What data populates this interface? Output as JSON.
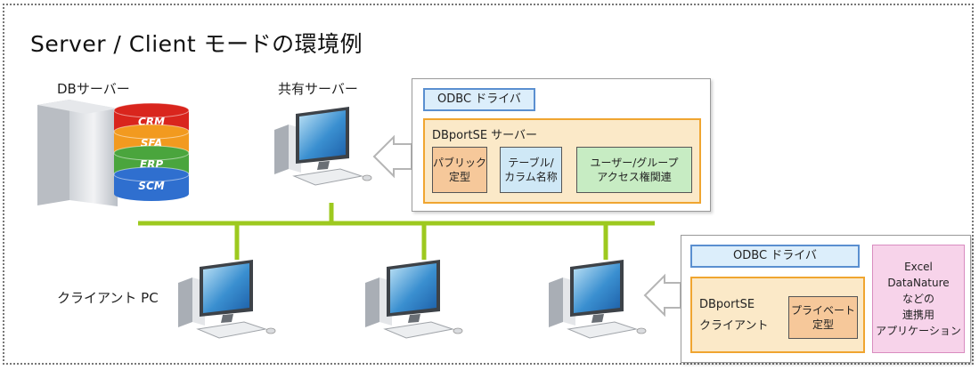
{
  "title": "Server / Client モードの環境例",
  "db_server": {
    "label": "DBサーバー",
    "stack": [
      {
        "text": "CRM",
        "color": "#d9251d"
      },
      {
        "text": "SFA",
        "color": "#f29a1f"
      },
      {
        "text": "ERP",
        "color": "#4aa53d"
      },
      {
        "text": "SCM",
        "color": "#2f6fcf"
      }
    ]
  },
  "shared_server": {
    "label": "共有サーバー",
    "odbc_label": "ODBC ドライバ",
    "dbport_label": "DBportSE サーバー",
    "modules": [
      "パブリック\n定型",
      "テーブル/\nカラム名称",
      "ユーザー/グループ\nアクセス権関連"
    ]
  },
  "client": {
    "label": "クライアント PC",
    "odbc_label": "ODBC ドライバ",
    "dbport_label": "DBportSE\nクライアント",
    "private_label": "プライベート\n定型",
    "apps_label": "Excel\nDataNature\nなどの\n連携用\nアプリケーション"
  },
  "colors": {
    "network_line": "#9dc91f",
    "arrow": "#bdbdbd"
  }
}
